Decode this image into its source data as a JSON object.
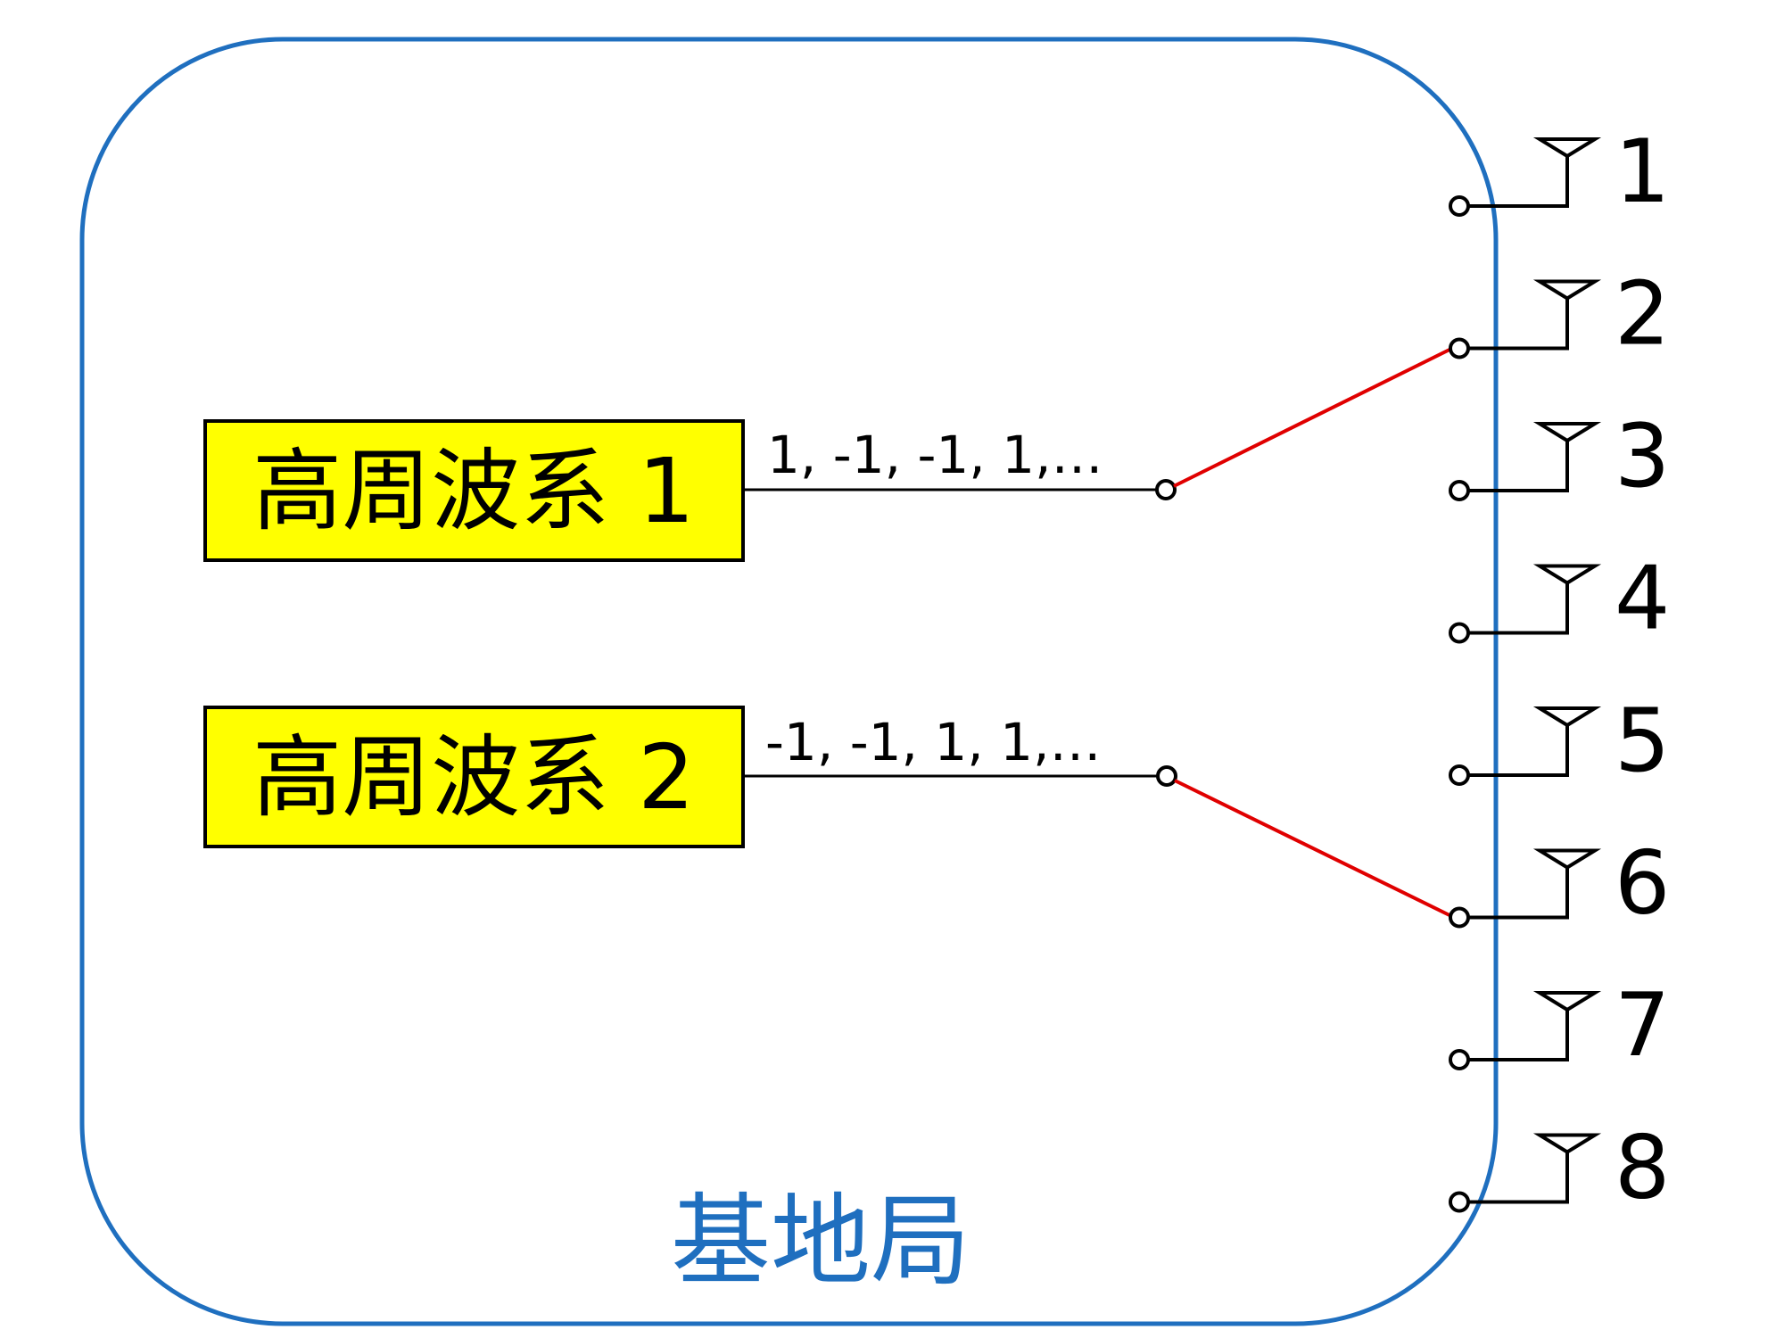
{
  "station": {
    "label": "基地局",
    "color": "#1f6fbf"
  },
  "rf_systems": [
    {
      "label": "高周波系 1",
      "sequence": "1, -1, -1, 1,…",
      "connected_antenna": "2"
    },
    {
      "label": "高周波系 2",
      "sequence": "-1, -1, 1, 1,…",
      "connected_antenna": "6"
    }
  ],
  "antennas": [
    "1",
    "2",
    "3",
    "4",
    "5",
    "6",
    "7",
    "8"
  ],
  "colors": {
    "box_fill": "#ffff00",
    "switch_line": "#e00000",
    "wire": "#000000"
  }
}
